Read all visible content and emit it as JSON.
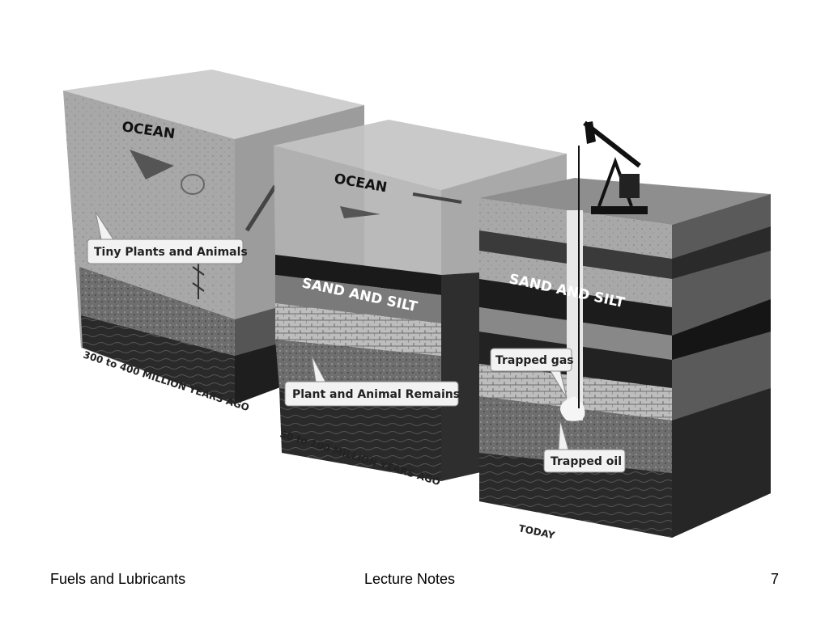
{
  "footer": {
    "left": "Fuels and Lubricants",
    "center": "Lecture Notes",
    "page": "7"
  },
  "diagram": {
    "block1": {
      "ocean_label": "OCEAN",
      "callout": "Tiny Plants and Animals",
      "era": "300 to 400 MILLION YEARS AGO"
    },
    "block2": {
      "ocean_label": "OCEAN",
      "layer_label": "SAND AND SILT",
      "callout": "Plant and Animal Remains",
      "era": "50 to 100 MILLION YEARS AGO"
    },
    "block3": {
      "layer_label": "SAND AND SILT",
      "callout_gas": "Trapped gas",
      "callout_oil": "Trapped oil",
      "era": "TODAY"
    }
  }
}
